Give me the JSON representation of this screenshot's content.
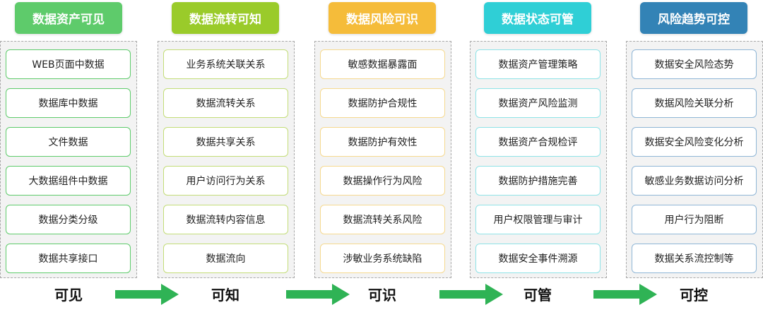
{
  "colors": {
    "arrow": "#2fb355",
    "panel_bg": "#f3f3f3",
    "panel_border": "#a8a8a8"
  },
  "columns": [
    {
      "title": "数据资产可见",
      "header_color": "#5ecb6b",
      "item_border_color": "#5ecb6b",
      "items": [
        "WEB页面中数据",
        "数据库中数据",
        "文件数据",
        "大数据组件中数据",
        "数据分类分级",
        "数据共享接口"
      ],
      "footer": "可见"
    },
    {
      "title": "数据流转可知",
      "header_color": "#9acb2a",
      "item_border_color": "#c3dd78",
      "items": [
        "业务系统关联关系",
        "数据流转关系",
        "数据共享关系",
        "用户访问行为关系",
        "数据流转内容信息",
        "数据流向"
      ],
      "footer": "可知"
    },
    {
      "title": "数据风险可识",
      "header_color": "#f5bc3a",
      "item_border_color": "#f6d98f",
      "items": [
        "敏感数据暴露面",
        "数据防护合规性",
        "数据防护有效性",
        "数据操作行为风险",
        "数据流转关系风险",
        "涉敏业务系统缺陷"
      ],
      "footer": "可识"
    },
    {
      "title": "数据状态可管",
      "header_color": "#2fcfd6",
      "item_border_color": "#8fe3e7",
      "items": [
        "数据资产管理策略",
        "数据资产风险监测",
        "数据资产合规检评",
        "数据防护措施完善",
        "用户权限管理与审计",
        "数据安全事件溯源"
      ],
      "footer": "可管"
    },
    {
      "title": "风险趋势可控",
      "header_color": "#3383b6",
      "item_border_color": "#8fb6d6",
      "items": [
        "数据安全风险态势",
        "数据风险关联分析",
        "数据安全风险变化分析",
        "敏感业务数据访问分析",
        "用户行为阻断",
        "数据关系流控制等"
      ],
      "footer": "可控"
    }
  ]
}
